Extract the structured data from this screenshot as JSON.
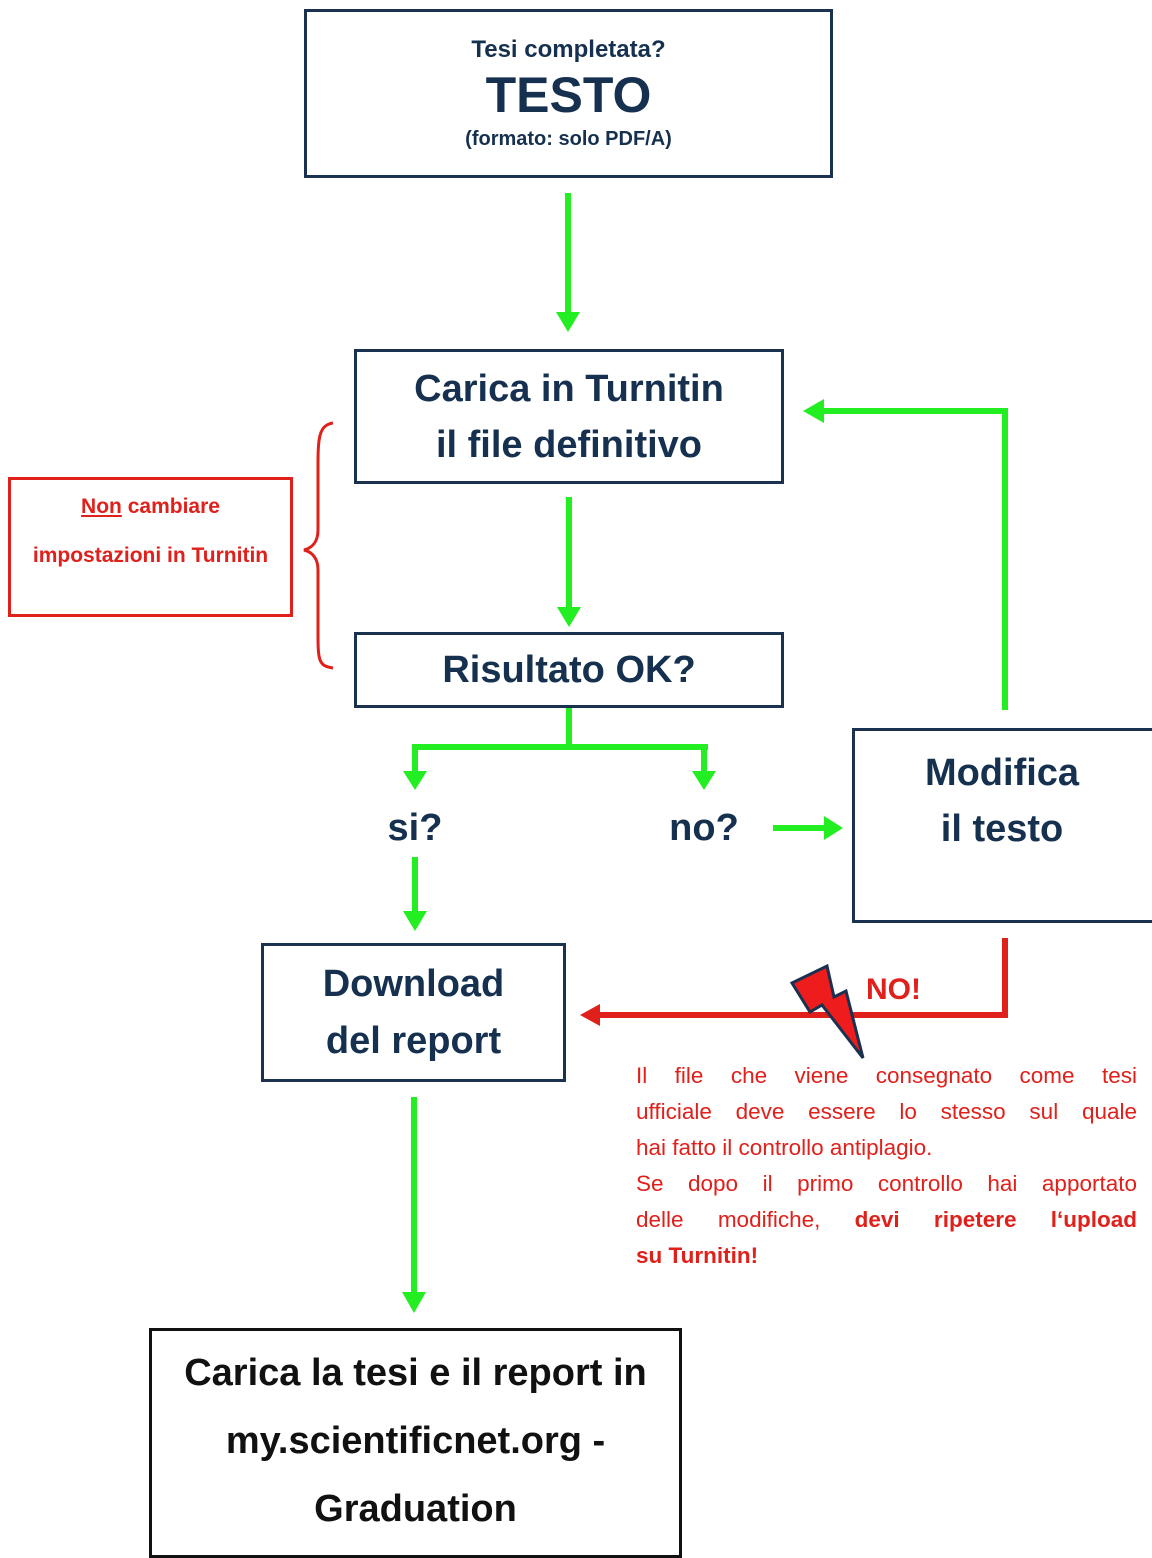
{
  "start_box": {
    "question": "Tesi completata?",
    "title": "TESTO",
    "format_note": "(formato: solo PDF/A)"
  },
  "upload_box": {
    "line1": "Carica in Turnitin",
    "line2": "il file definitivo"
  },
  "result_box": {
    "label": "Risultato OK?"
  },
  "side_note": {
    "underlined": "Non",
    "rest_line1": " cambiare",
    "line2": "impostazioni in Turnitin"
  },
  "branches": {
    "yes": "si?",
    "no": "no?"
  },
  "modify_box": {
    "line1": "Modifica",
    "line2": "il testo"
  },
  "download_box": {
    "line1": "Download",
    "line2": "del report"
  },
  "warning": {
    "no_label": "NO!",
    "line1": "Il file che viene consegnato come tesi",
    "line2": "ufficiale deve essere lo stesso sul quale",
    "line3": "hai fatto il controllo antiplagio.",
    "line4": "Se dopo il primo controllo hai apportato",
    "line5_plain": "delle modifiche, ",
    "line5_bold": "devi ripetere l‘upload",
    "line6_bold": "su Turnitin!"
  },
  "final_box": {
    "line1": "Carica la tesi e il report in",
    "line2": "my.scientificnet.org -",
    "line3": "Graduation"
  },
  "colors": {
    "box_border": "#1b3150",
    "text": "#16304f",
    "flow_arrow": "#22ee22",
    "warning": "#e0201b",
    "lightning_outline": "#1b3150"
  },
  "icons": {
    "lightning": "lightning-bolt-icon"
  }
}
